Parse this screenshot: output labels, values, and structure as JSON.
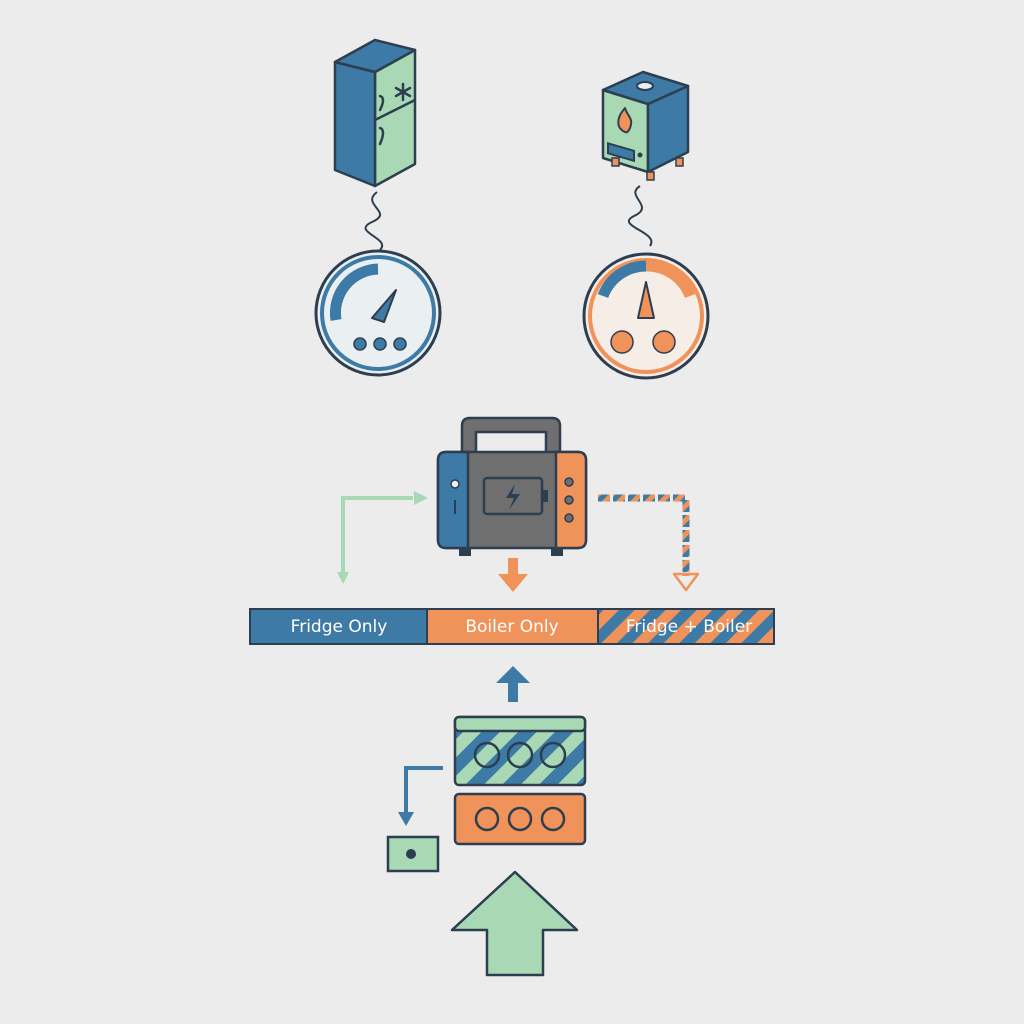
{
  "mode_bar": {
    "segments": [
      {
        "label": "Fridge Only",
        "fill": "#3d7aa6",
        "text_color": "#ffffff"
      },
      {
        "label": "Boiler Only",
        "fill": "#f0935a",
        "text_color": "#ffffff"
      },
      {
        "label": "Fridge + Boiler",
        "fill": "striped",
        "text_color": "#ffffff"
      }
    ]
  },
  "devices": {
    "fridge": {
      "icon": "fridge-icon",
      "gauge_icon": "fridge-gauge-icon"
    },
    "boiler": {
      "icon": "boiler-icon",
      "gauge_icon": "boiler-gauge-icon"
    },
    "power_station": {
      "icon": "portable-power-station-icon"
    },
    "battery": {
      "icon": "battery-bank-icon"
    },
    "input_port": {
      "icon": "input-port-icon"
    }
  },
  "colors": {
    "blue": "#3d7aa6",
    "orange": "#f0935a",
    "green": "#a8d8b4",
    "outline": "#2c3e50",
    "gray": "#6f6f6f",
    "background": "#ececec"
  }
}
